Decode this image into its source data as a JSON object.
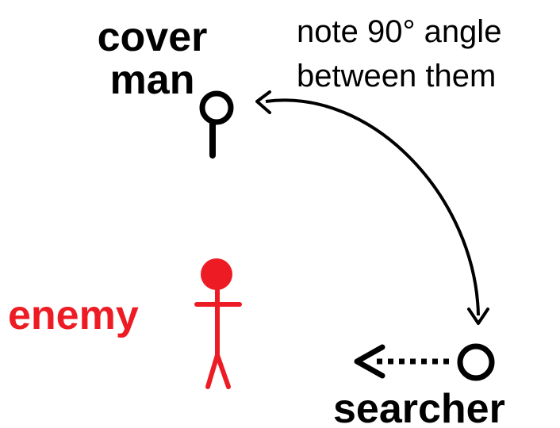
{
  "labels": {
    "cover_man": "cover\nman",
    "note": "note 90° angle\nbetween them",
    "enemy": "enemy",
    "searcher": "searcher"
  },
  "colors": {
    "ink": "#000000",
    "enemy": "#ed1c24",
    "background": "#ffffff"
  }
}
